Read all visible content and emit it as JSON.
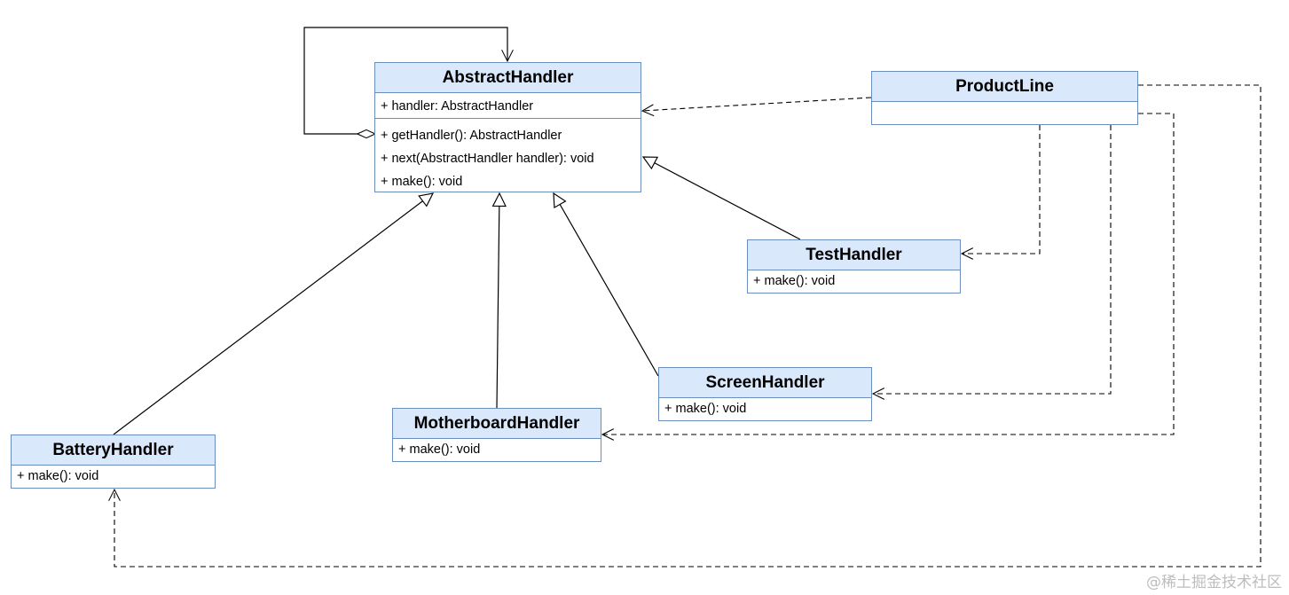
{
  "classes": {
    "abstract_handler": {
      "name": "AbstractHandler",
      "attributes": [
        "+ handler: AbstractHandler"
      ],
      "methods": [
        "+ getHandler(): AbstractHandler",
        "+ next(AbstractHandler handler): void",
        "+ make(): void"
      ]
    },
    "product_line": {
      "name": "ProductLine",
      "attributes": [],
      "methods": []
    },
    "test_handler": {
      "name": "TestHandler",
      "methods": [
        "+ make(): void"
      ]
    },
    "screen_handler": {
      "name": "ScreenHandler",
      "methods": [
        "+ make(): void"
      ]
    },
    "motherboard_handler": {
      "name": "MotherboardHandler",
      "methods": [
        "+ make(): void"
      ]
    },
    "battery_handler": {
      "name": "BatteryHandler",
      "methods": [
        "+ make(): void"
      ]
    }
  },
  "colors": {
    "header_fill": "#dae8fc",
    "border": "#6c8ebf",
    "line": "#000000"
  },
  "watermark": "@稀土掘金技术社区"
}
